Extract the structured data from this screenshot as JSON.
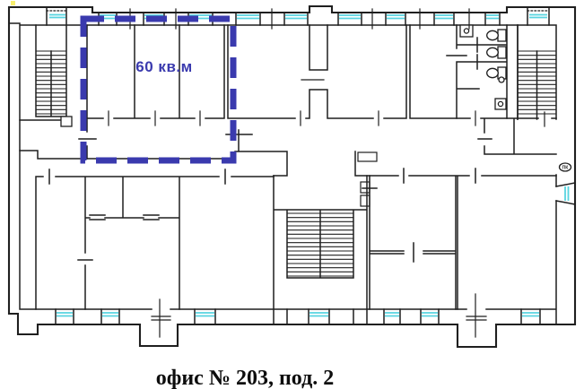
{
  "colors": {
    "wall": "#1f1f1f",
    "window": "#57d4e0",
    "highlight": "#3a3aae",
    "caption": "#0d0d0d"
  },
  "highlight": {
    "area_label": "60 кв.м"
  },
  "caption": {
    "text": "офис № 203, под. 2"
  },
  "symbols": {
    "fire_hydrant": "ПК"
  }
}
